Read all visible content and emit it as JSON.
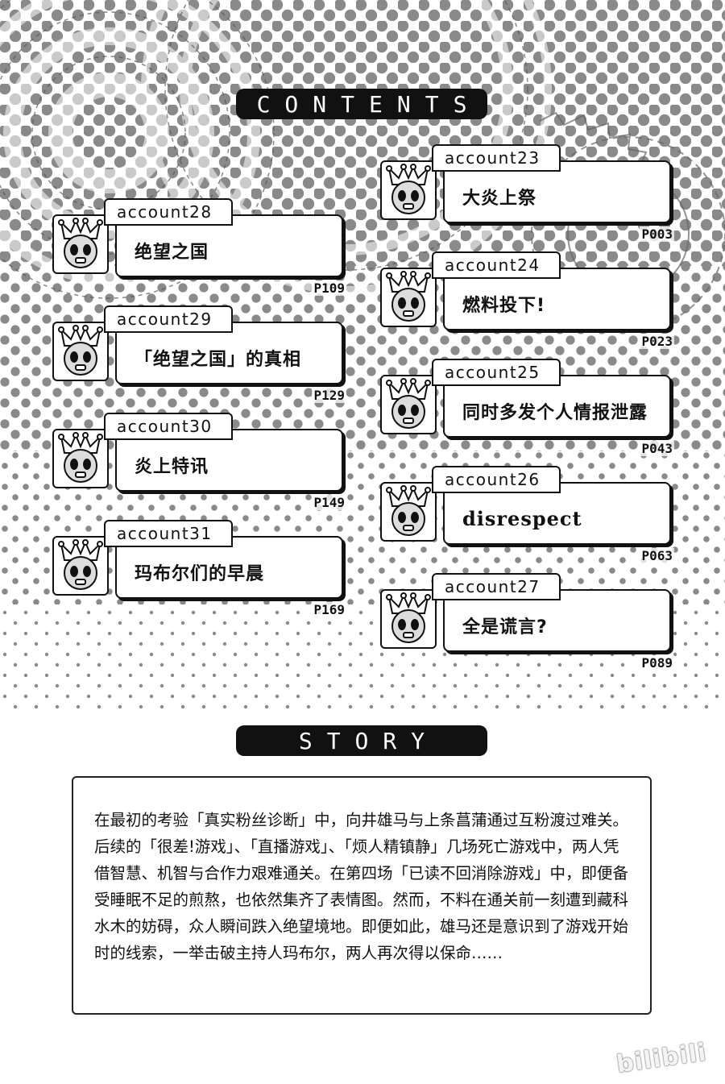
{
  "headers": {
    "contents": "CONTENTS",
    "story": "STORY"
  },
  "icon": "crown-mascot-icon",
  "entries": [
    {
      "account": "account28",
      "title": "绝望之国",
      "page": "P109"
    },
    {
      "account": "account29",
      "title": "「绝望之国」的真相",
      "page": "P129"
    },
    {
      "account": "account30",
      "title": "炎上特讯",
      "page": "P149"
    },
    {
      "account": "account31",
      "title": "玛布尔们的早晨",
      "page": "P169"
    },
    {
      "account": "account23",
      "title": "大炎上祭",
      "page": "P003"
    },
    {
      "account": "account24",
      "title": "燃料投下!",
      "page": "P023"
    },
    {
      "account": "account25",
      "title": "同时多发个人情报泄露",
      "page": "P043"
    },
    {
      "account": "account26",
      "title": "disrespect",
      "page": "P063"
    },
    {
      "account": "account27",
      "title": "全是谎言?",
      "page": "P089"
    }
  ],
  "story": {
    "text": "在最初的考验「真实粉丝诊断」中，向井雄马与上条菖蒲通过互粉渡过难关。后续的「很差!游戏」、「直播游戏」、「烦人精镇静」几场死亡游戏中，两人凭借智慧、机智与合作力艰难通关。在第四场「已读不回消除游戏」中，即便备受睡眠不足的煎熬，也依然集齐了表情图。然而，不料在通关前一刻遭到藏科水木的妨碍，众人瞬间跌入绝望境地。即便如此，雄马还是意识到了游戏开始时的线索，一举击破主持人玛布尔，两人再次得以保命……"
  },
  "watermark": "bilibili"
}
